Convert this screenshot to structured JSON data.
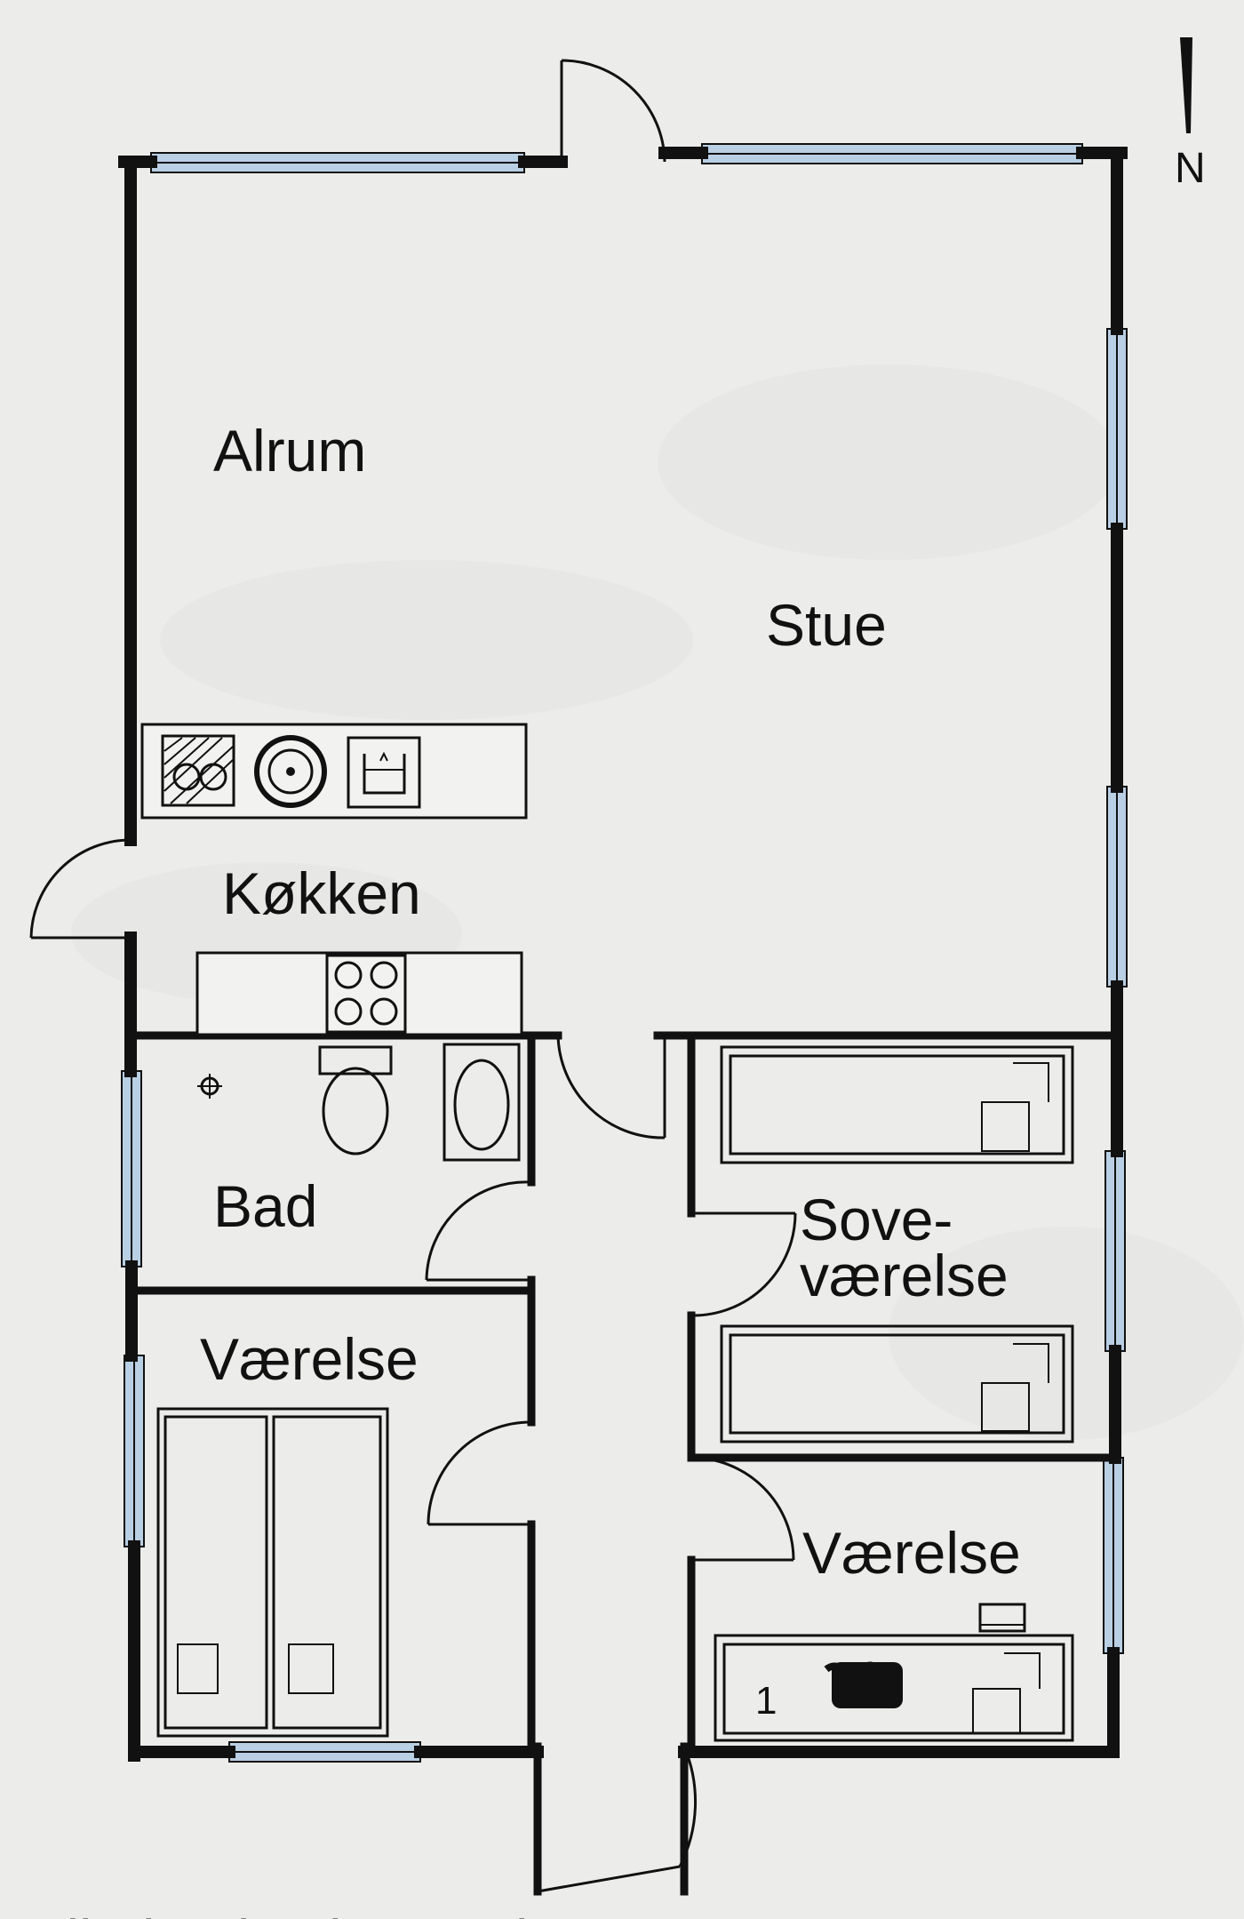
{
  "rooms": {
    "alrum": "Alrum",
    "stue": "Stue",
    "kokken": "Køkken",
    "bad": "Bad",
    "vaerelse_west": "Værelse",
    "sovevaerelse_line1": "Sove-",
    "sovevaerelse_line2": "værelse",
    "vaerelse_east": "Værelse"
  },
  "north_arrow": {
    "label": "N",
    "icon": "north-arrow-icon"
  },
  "annotations": {
    "bed_number": "1"
  },
  "caption": {
    "partial_text": "Vejledende plantegning"
  },
  "colors": {
    "wall": "#111111",
    "window_glass": "#b9cfe4",
    "paper": "#ececea",
    "scribble": "#111111"
  }
}
